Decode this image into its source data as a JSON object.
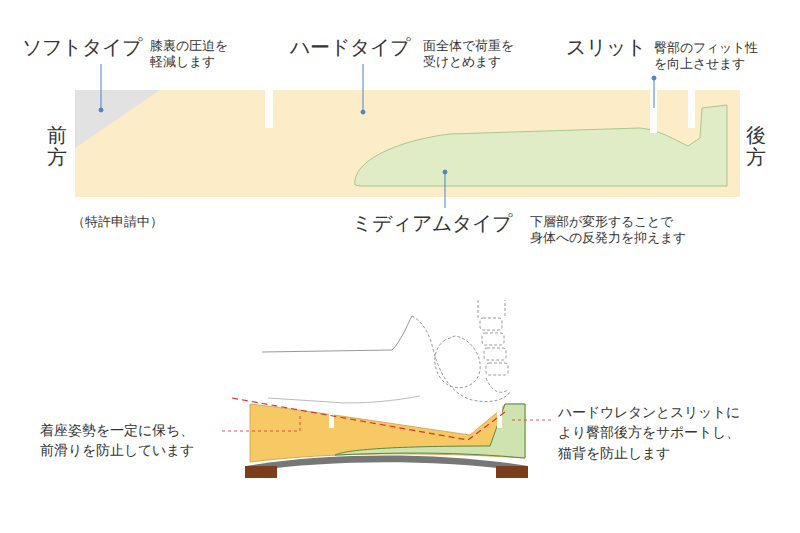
{
  "diagram": {
    "labels": [
      "ソフトタイプ",
      "膝裏の圧迫を 軽減します",
      "ハードタイプ",
      "面全体で荷重を 受けとめます",
      "スリット",
      "臀部のフィット性 を向上させます",
      "前方",
      "後方",
      "（特許申請中）",
      "ミディアムタイプ",
      "下層部が変形することで 身体への反発力を抑えます",
      "着座姿勢を一定に保ち、 前滑りを防止しています",
      "ハードウレタンとスリットに より臀部後方をサポートし、 猫背を防止します"
    ]
  }
}
